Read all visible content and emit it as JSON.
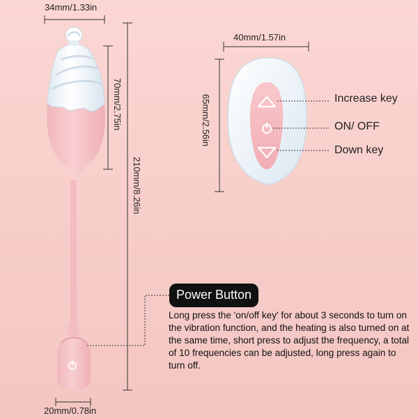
{
  "dimensions": {
    "top_width": "34mm/1.33in",
    "head_length": "70mm/2.75in",
    "total_length": "210mm/8.26in",
    "bottom_width": "20mm/0.78in",
    "remote_width": "40mm/1.57in",
    "remote_height": "65mm/2.56in"
  },
  "remote": {
    "increase_label": "Increase key",
    "onoff_label": "ON/ OFF",
    "down_label": "Down key"
  },
  "power": {
    "title": "Power Button",
    "description": "Long press the 'on/off key' for about 3 seconds to turn on the vibration function, and the heating is also turned on at the same time, short press to adjust the frequency, a total of 10 frequencies can be adjusted, long press again to turn off."
  },
  "colors": {
    "background": "#f9d2ce",
    "device_pink": "#f6c3c6",
    "device_white": "#ffffff",
    "badge_black": "#111111"
  }
}
